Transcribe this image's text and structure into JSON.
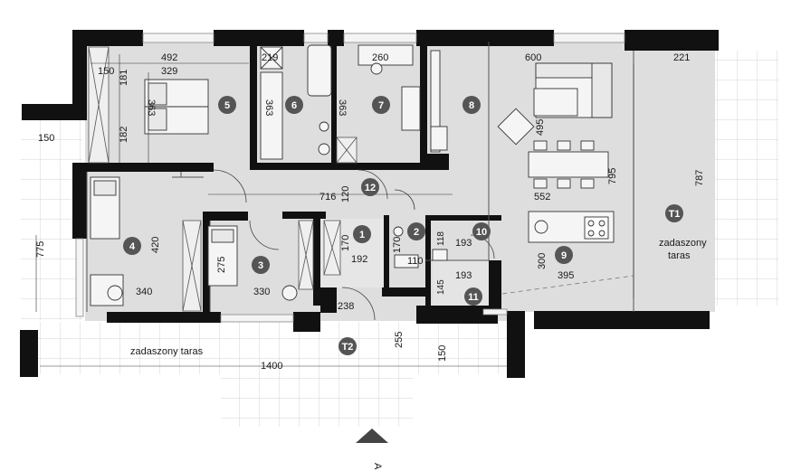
{
  "rooms": [
    {
      "id": "1",
      "label": "1"
    },
    {
      "id": "2",
      "label": "2"
    },
    {
      "id": "3",
      "label": "3"
    },
    {
      "id": "4",
      "label": "4"
    },
    {
      "id": "5",
      "label": "5"
    },
    {
      "id": "6",
      "label": "6"
    },
    {
      "id": "7",
      "label": "7"
    },
    {
      "id": "8",
      "label": "8"
    },
    {
      "id": "9",
      "label": "9"
    },
    {
      "id": "10",
      "label": "10"
    },
    {
      "id": "11",
      "label": "11"
    },
    {
      "id": "12",
      "label": "12"
    },
    {
      "id": "T1",
      "label": "T1"
    },
    {
      "id": "T2",
      "label": "T2"
    }
  ],
  "dimensions": {
    "d492": "492",
    "d329": "329",
    "d150a": "150",
    "d181": "181",
    "d182": "182",
    "d363a": "363",
    "d219": "219",
    "d363b": "363",
    "d260": "260",
    "d363c": "363",
    "d600": "600",
    "d221": "221",
    "d495": "495",
    "d795": "795",
    "d787": "787",
    "d552": "552",
    "d716": "716",
    "d120a": "120",
    "d420": "420",
    "d340": "340",
    "d150b": "150",
    "d775": "775",
    "d275": "275",
    "d330": "330",
    "d170a": "170",
    "d192": "192",
    "d170b": "170",
    "d110": "110",
    "d118": "118",
    "d193a": "193",
    "d193b": "193",
    "d145": "145",
    "d300": "300",
    "d395": "395",
    "d238": "238",
    "d255": "255",
    "d150c": "150",
    "d1400": "1400"
  },
  "labels": {
    "terrace_covered_top_right_line1": "zadaszony",
    "terrace_covered_top_right_line2": "taras",
    "terrace_covered_bottom": "zadaszony taras",
    "section_marker": "A"
  }
}
